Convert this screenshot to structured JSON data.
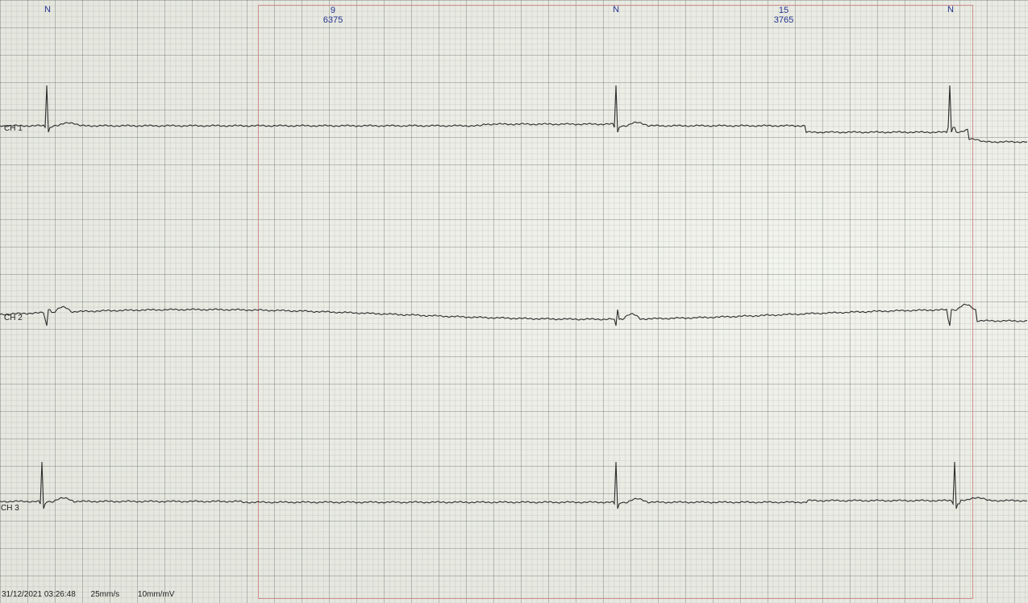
{
  "beat_markers": [
    {
      "label": "N",
      "x": 59
    },
    {
      "label": "N",
      "x": 764
    },
    {
      "label": "N",
      "x": 1179
    }
  ],
  "interval_markers": [
    {
      "count": "9",
      "value": "6375",
      "x": 413
    },
    {
      "count": "15",
      "value": "3765",
      "x": 972
    }
  ],
  "channels": [
    {
      "label": "CH 1",
      "label_y": 154,
      "baseline": 156,
      "color": "#2c2c2c"
    },
    {
      "label": "CH 2",
      "label_y": 389,
      "baseline": 390,
      "color": "#2c2c2c"
    },
    {
      "label": "CH 3",
      "label_y": 625,
      "baseline": 623,
      "color": "#2c2c2c"
    }
  ],
  "footer": {
    "timestamp": "31/12/2021 03:26:48",
    "speed": "25mm/s",
    "gain": "10mm/mV"
  },
  "chart_data": {
    "type": "line",
    "title": "",
    "series": [
      {
        "name": "CH 1",
        "beat_x": [
          59,
          764,
          1179
        ]
      },
      {
        "name": "CH 2",
        "beat_x": [
          59,
          764,
          1179
        ]
      },
      {
        "name": "CH 3",
        "beat_x": [
          52,
          764,
          1185
        ]
      }
    ],
    "annotations": [
      "N",
      "N",
      "N",
      "9 6375",
      "15 3765"
    ]
  }
}
